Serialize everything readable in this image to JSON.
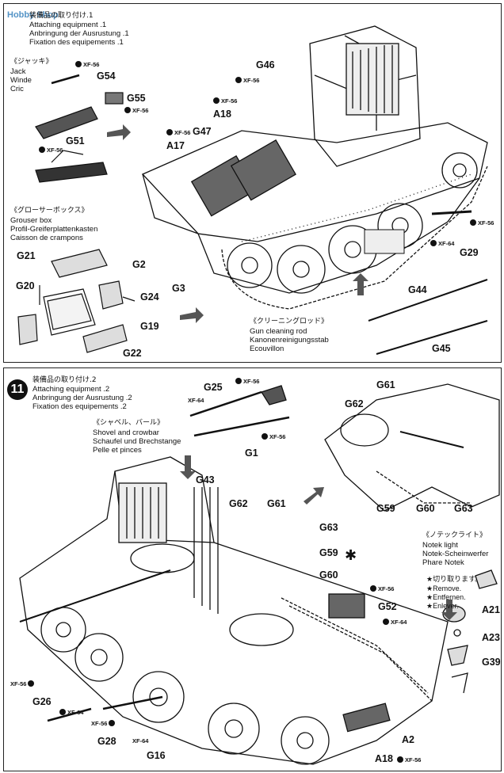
{
  "step10": {
    "header": {
      "jp": "装備品の取り付け.1",
      "en": "Attaching equipment .1",
      "de": "Anbringung der Ausrustung .1",
      "fr": "Fixation des equipements .1"
    },
    "jack": {
      "jp": "《ジャッキ》",
      "en": "Jack",
      "de": "Winde",
      "fr": "Cric"
    },
    "grouser": {
      "jp": "《グローサーボックス》",
      "en": "Grouser box",
      "de": "Profil-Greiferplattenkasten",
      "fr": "Caisson de crampons"
    },
    "rod": {
      "jp": "《クリーニングロッド》",
      "en": "Gun cleaning rod",
      "de": "Kanonenreinigungsstab",
      "fr": "Ecouvillon"
    },
    "parts": {
      "G54": "G54",
      "G55": "G55",
      "G51": "G51",
      "G46": "G46",
      "A18": "A18",
      "G47": "G47",
      "A17": "A17",
      "G21": "G21",
      "G2": "G2",
      "G3": "G3",
      "G20": "G20",
      "G24": "G24",
      "G19": "G19",
      "G22": "G22",
      "G29": "G29",
      "G44": "G44",
      "G45": "G45"
    },
    "paint": "XF-56",
    "paint2": "XF-64"
  },
  "step11": {
    "number": "11",
    "header": {
      "en": "Attaching equipment .2",
      "jp": "装備品の取り付け.2",
      "de": "Anbringung der Ausrustung .2",
      "fr": "Fixation des equipements .2"
    },
    "shovel": {
      "jp": "《シャベル、バール》",
      "en": "Shovel and crowbar",
      "de": "Schaufel und Brechstange",
      "fr": "Pelle et pinces"
    },
    "notek": {
      "jp": "《ノテックライト》",
      "en": "Notek light",
      "de": "Notek-Scheinwerfer",
      "fr": "Phare Notek"
    },
    "remove": {
      "jp": "★切り取ります。",
      "en": "★Remove.",
      "de": "★Entfernen.",
      "fr": "★Enlever."
    },
    "parts": {
      "G25": "G25",
      "G1": "G1",
      "G61": "G61",
      "G62": "G62",
      "G59": "G59",
      "G60": "G60",
      "G63": "G63",
      "G43": "G43",
      "G52": "G52",
      "A21": "A21",
      "A23": "A23",
      "G39": "G39",
      "G26": "G26",
      "G28": "G28",
      "G16": "G16",
      "A2": "A2",
      "A18": "A18"
    },
    "paint": "XF-56",
    "paint2": "XF-64"
  },
  "watermark": {
    "text": "Hobby Shop"
  }
}
